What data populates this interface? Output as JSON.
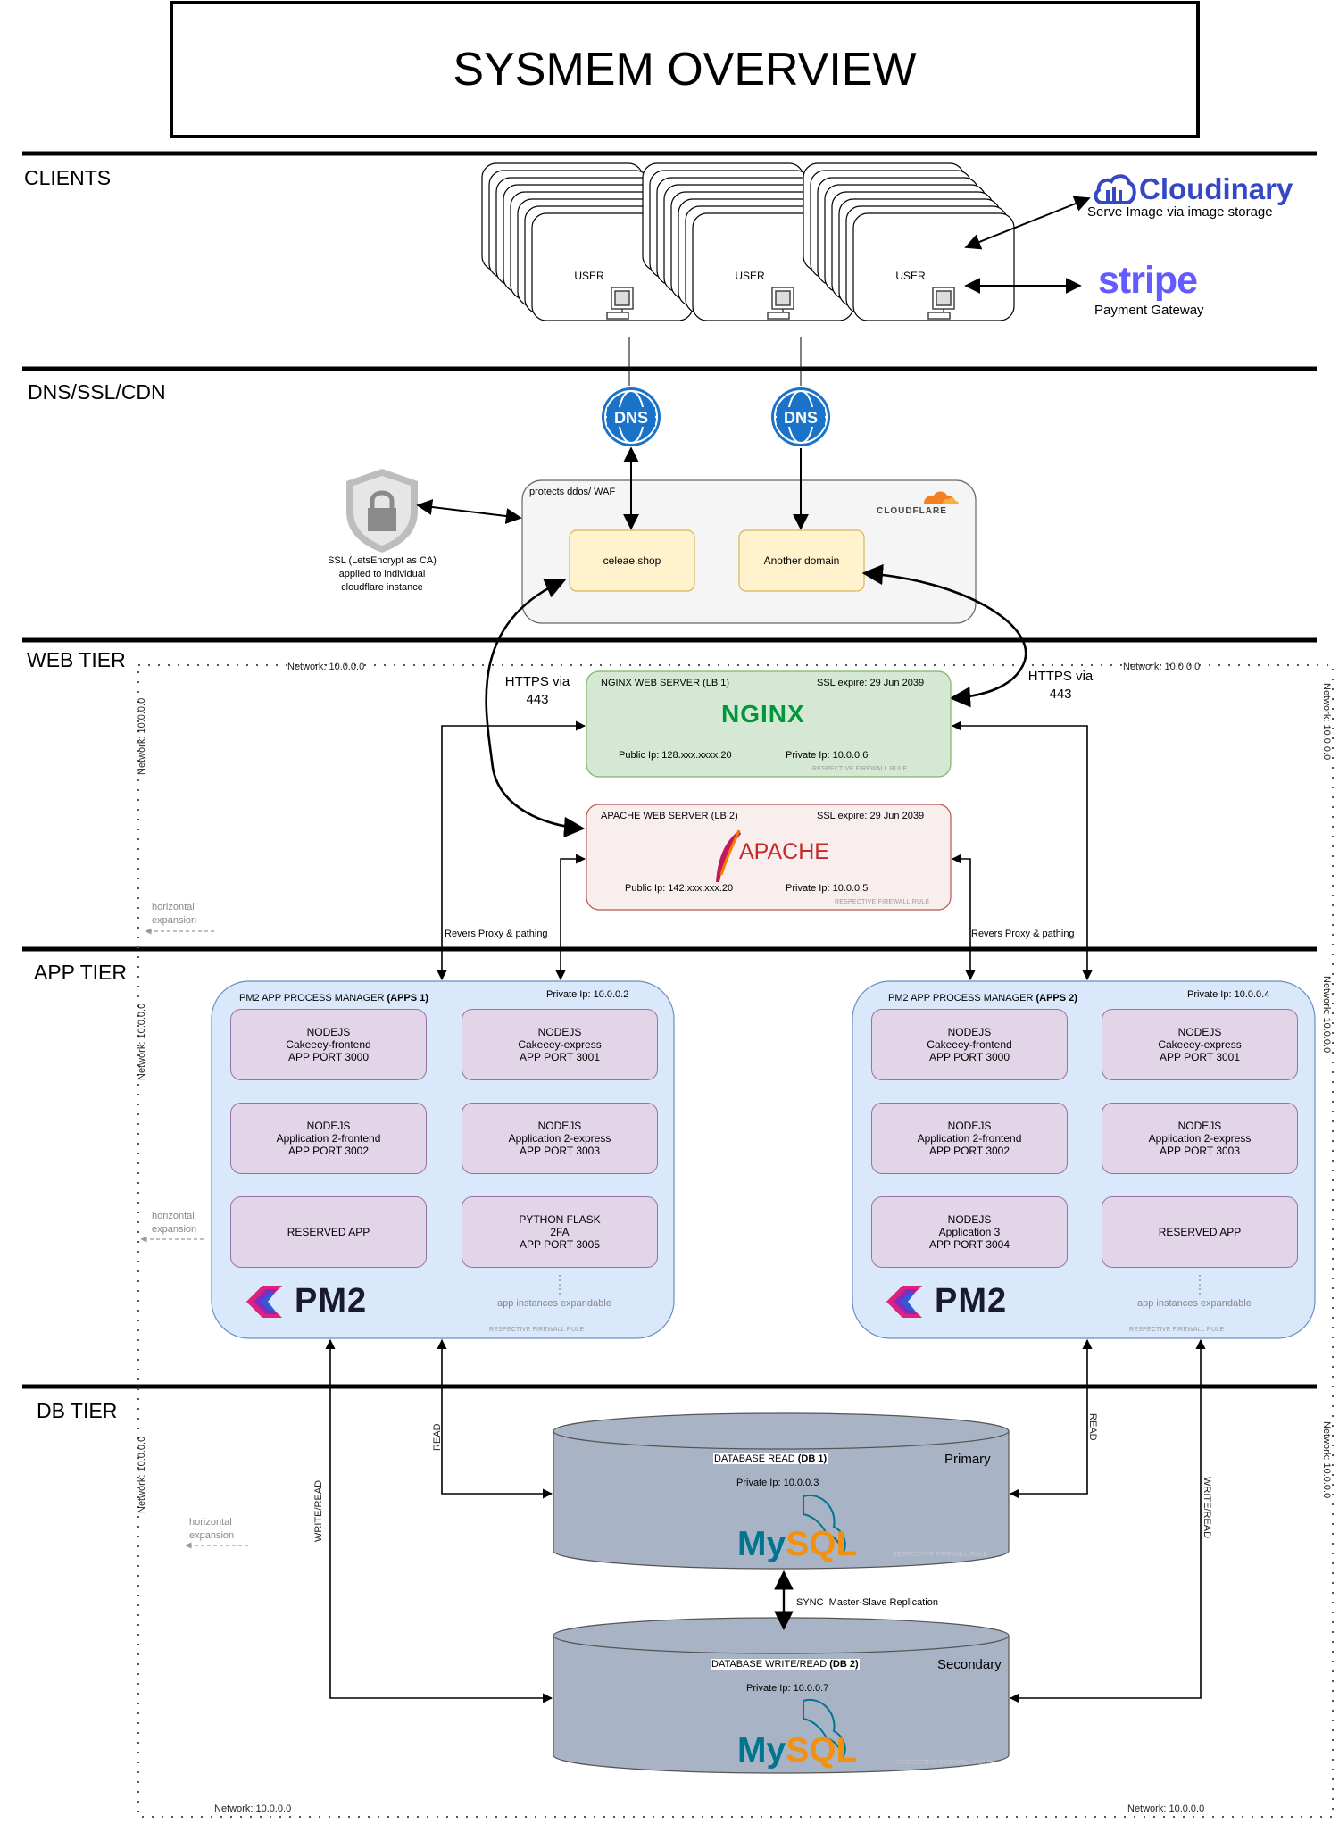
{
  "title": "SYSMEM OVERVIEW",
  "tiers": {
    "clients": "CLIENTS",
    "dns": "DNS/SSL/CDN",
    "web": "WEB TIER",
    "app": "APP TIER",
    "db": "DB TIER"
  },
  "users": {
    "label": "USER"
  },
  "cloudinary": {
    "name": "Cloudinary",
    "desc": "Serve Image via image storage"
  },
  "stripe": {
    "name": "stripe",
    "desc": "Payment Gateway"
  },
  "dns_icon": "DNS",
  "cloudflare": {
    "brand": "CLOUDFLARE",
    "caption": "protects ddos/ WAF",
    "domain1": "celeae.shop",
    "domain2": "Another domain"
  },
  "ssl": {
    "line1": "SSL (LetsEncrypt as CA)",
    "line2": "applied to individual",
    "line3": "cloudflare instance"
  },
  "https_label_1": "HTTPS via",
  "https_label_2": "443",
  "network": "Network: 10.0.0.0",
  "network_vertical": "Network: 10.0.0.0",
  "horizontal_expansion_1": "horizontal",
  "horizontal_expansion_2": "expansion",
  "nginx": {
    "title": "NGINX WEB SERVER (LB 1)",
    "ssl": "SSL expire: 29 Jun 2039",
    "logo": "NGINX",
    "public_ip": "Public Ip: 128.xxx.xxxx.20",
    "private_ip": "Private Ip: 10.0.0.6",
    "firewall": "RESPECTIVE FIREWALL RULE"
  },
  "apache": {
    "title": "APACHE WEB SERVER (LB 2)",
    "ssl": "SSL expire: 29 Jun 2039",
    "logo": "APACHE",
    "public_ip": "Public Ip: 142.xxx.xxx.20",
    "private_ip": "Private Ip: 10.0.0.5",
    "firewall": "RESPECTIVE FIREWALL RULE"
  },
  "revers_proxy": "Revers Proxy & pathing",
  "pm2_1": {
    "title_prefix": "PM2 APP PROCESS MANAGER ",
    "title_bold": "(APPS 1)",
    "private_ip": "Private Ip: 10.0.0.2",
    "apps": [
      "NODEJS\nCakeeey-frontend\nAPP PORT 3000",
      "NODEJS\nCakeeey-express\nAPP PORT 3001",
      "NODEJS\nApplication 2-frontend\nAPP PORT 3002",
      "NODEJS\nApplication 2-express\nAPP PORT 3003",
      "RESERVED APP",
      "PYTHON FLASK\n2FA\nAPP PORT 3005"
    ],
    "expandable": "app instances expandable",
    "firewall": "RESPECTIVE FIREWALL RULE",
    "logo": "PM2"
  },
  "pm2_2": {
    "title_prefix": "PM2 APP PROCESS MANAGER ",
    "title_bold": "(APPS 2)",
    "private_ip": "Private Ip: 10.0.0.4",
    "apps": [
      "NODEJS\nCakeeey-frontend\nAPP PORT 3000",
      "NODEJS\nCakeeey-express\nAPP PORT 3001",
      "NODEJS\nApplication 2-frontend\nAPP PORT 3002",
      "NODEJS\nApplication 2-express\nAPP PORT 3003",
      "NODEJS\nApplication 3\nAPP PORT 3004",
      "RESERVED APP"
    ],
    "expandable": "app instances expandable",
    "firewall": "RESPECTIVE FIREWALL RULE",
    "logo": "PM2"
  },
  "db1": {
    "title_prefix": "DATABASE READ ",
    "title_bold": "(DB 1)",
    "role": "Primary",
    "private_ip": "Private Ip: 10.0.0.3",
    "logo_my": "My",
    "logo_sql": "SQL",
    "firewall": "RESPECTIVE FIREWALL RULE"
  },
  "db2": {
    "title_prefix": "DATABASE WRITE/READ ",
    "title_bold": "(DB 2)",
    "role": "Secondary",
    "private_ip": "Private Ip: 10.0.0.7",
    "logo_my": "My",
    "logo_sql": "SQL",
    "firewall": "RESPECTIVE FIREWALL RULE"
  },
  "read": "READ",
  "write_read": "WRITE/READ",
  "sync": "SYNC  Master-Slave Replication",
  "colors": {
    "nginx_fill": "#d5e8d4",
    "nginx_stroke": "#82b366",
    "apache_fill": "#f8eeee",
    "apache_stroke": "#b85450",
    "pm2_fill": "#dae8fc",
    "pm2_stroke": "#6c8ebf",
    "app_fill": "#e1d5e7",
    "app_stroke": "#9673a6",
    "db_fill": "#a8b4c6",
    "domain_fill": "#fff2cc",
    "domain_stroke": "#d6b656",
    "dns_blue": "#1a73c8",
    "cloudinary_blue": "#3448c5",
    "stripe_purple": "#635bff",
    "mysql_blue": "#00758f",
    "mysql_orange": "#f29111"
  }
}
